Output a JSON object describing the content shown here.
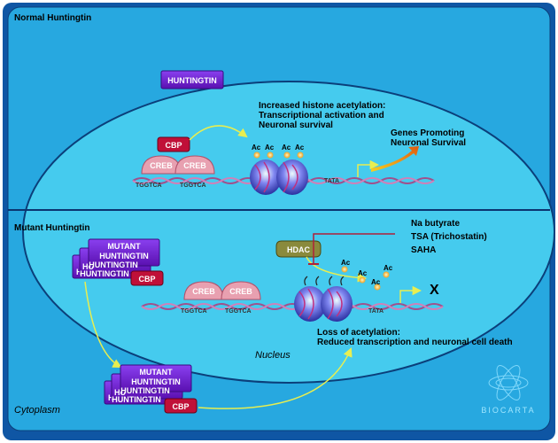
{
  "sections": {
    "normal_title": "Normal Huntingtin",
    "mutant_title": "Mutant Huntingtin",
    "nucleus_label": "Nucleus",
    "cytoplasm_label": "Cytoplasm"
  },
  "normal": {
    "huntingtin": "HUNTINGTIN",
    "cbp": "CBP",
    "creb_1": "CREB",
    "creb_2": "CREB",
    "site_1": "TGGTCA",
    "site_2": "TGGTCA",
    "tata": "TATA",
    "acetylation_line1": "Increased histone acetylation:",
    "acetylation_line2": "Transcriptional activation and",
    "acetylation_line3": "Neuronal survival",
    "ac_labels": [
      "Ac",
      "Ac",
      "Ac",
      "Ac"
    ],
    "genes_line1": "Genes Promoting",
    "genes_line2": "Neuronal Survival"
  },
  "mutant": {
    "stack_back_1": "H",
    "stack_back_2": "HU",
    "mutant_label": "MUTANT",
    "huntingtin_1": "HUNTINGTIN",
    "huntingtin_2": "HUNTINGTIN",
    "huntingtin_3": "HUNTINGTIN",
    "cbp": "CBP",
    "creb_1": "CREB",
    "creb_2": "CREB",
    "site_1": "TGGTCA",
    "site_2": "TGGTCA",
    "tata": "TATA",
    "hdac": "HDAC",
    "inhibitors": [
      "Na butyrate",
      "TSA (Trichostatin)",
      "SAHA"
    ],
    "ac_labels": [
      "Ac",
      "Ac",
      "Ac",
      "Ac"
    ],
    "blocked_mark": "X",
    "loss_line1": "Loss of acetylation:",
    "loss_line2": "Reduced transcription and neuronal cell death"
  },
  "cytoplasm": {
    "stack_back_1": "H",
    "stack_back_2": "HU",
    "mutant_label": "MUTANT",
    "huntingtin_1": "HUNTINGTIN",
    "huntingtin_2": "HUNTINGTIN",
    "huntingtin_3": "HUNTINGTIN",
    "cbp": "CBP"
  },
  "logo": {
    "text": "BIOCARTA"
  },
  "colors": {
    "background": "#0f56a4",
    "cell_fill": "#27a8e0",
    "nucleus_fill": "#45cbee",
    "purple_box": "#6a1fc8",
    "cbp_red": "#c01038",
    "creb_pink": "#e8a0b0",
    "hdac_olive": "#8a8a3c",
    "dna_strand": "#a0508c",
    "nucleosome": "#5b63d6",
    "arrow_yellow": "#e8ee50",
    "inhibitor_line": "#b02038"
  }
}
